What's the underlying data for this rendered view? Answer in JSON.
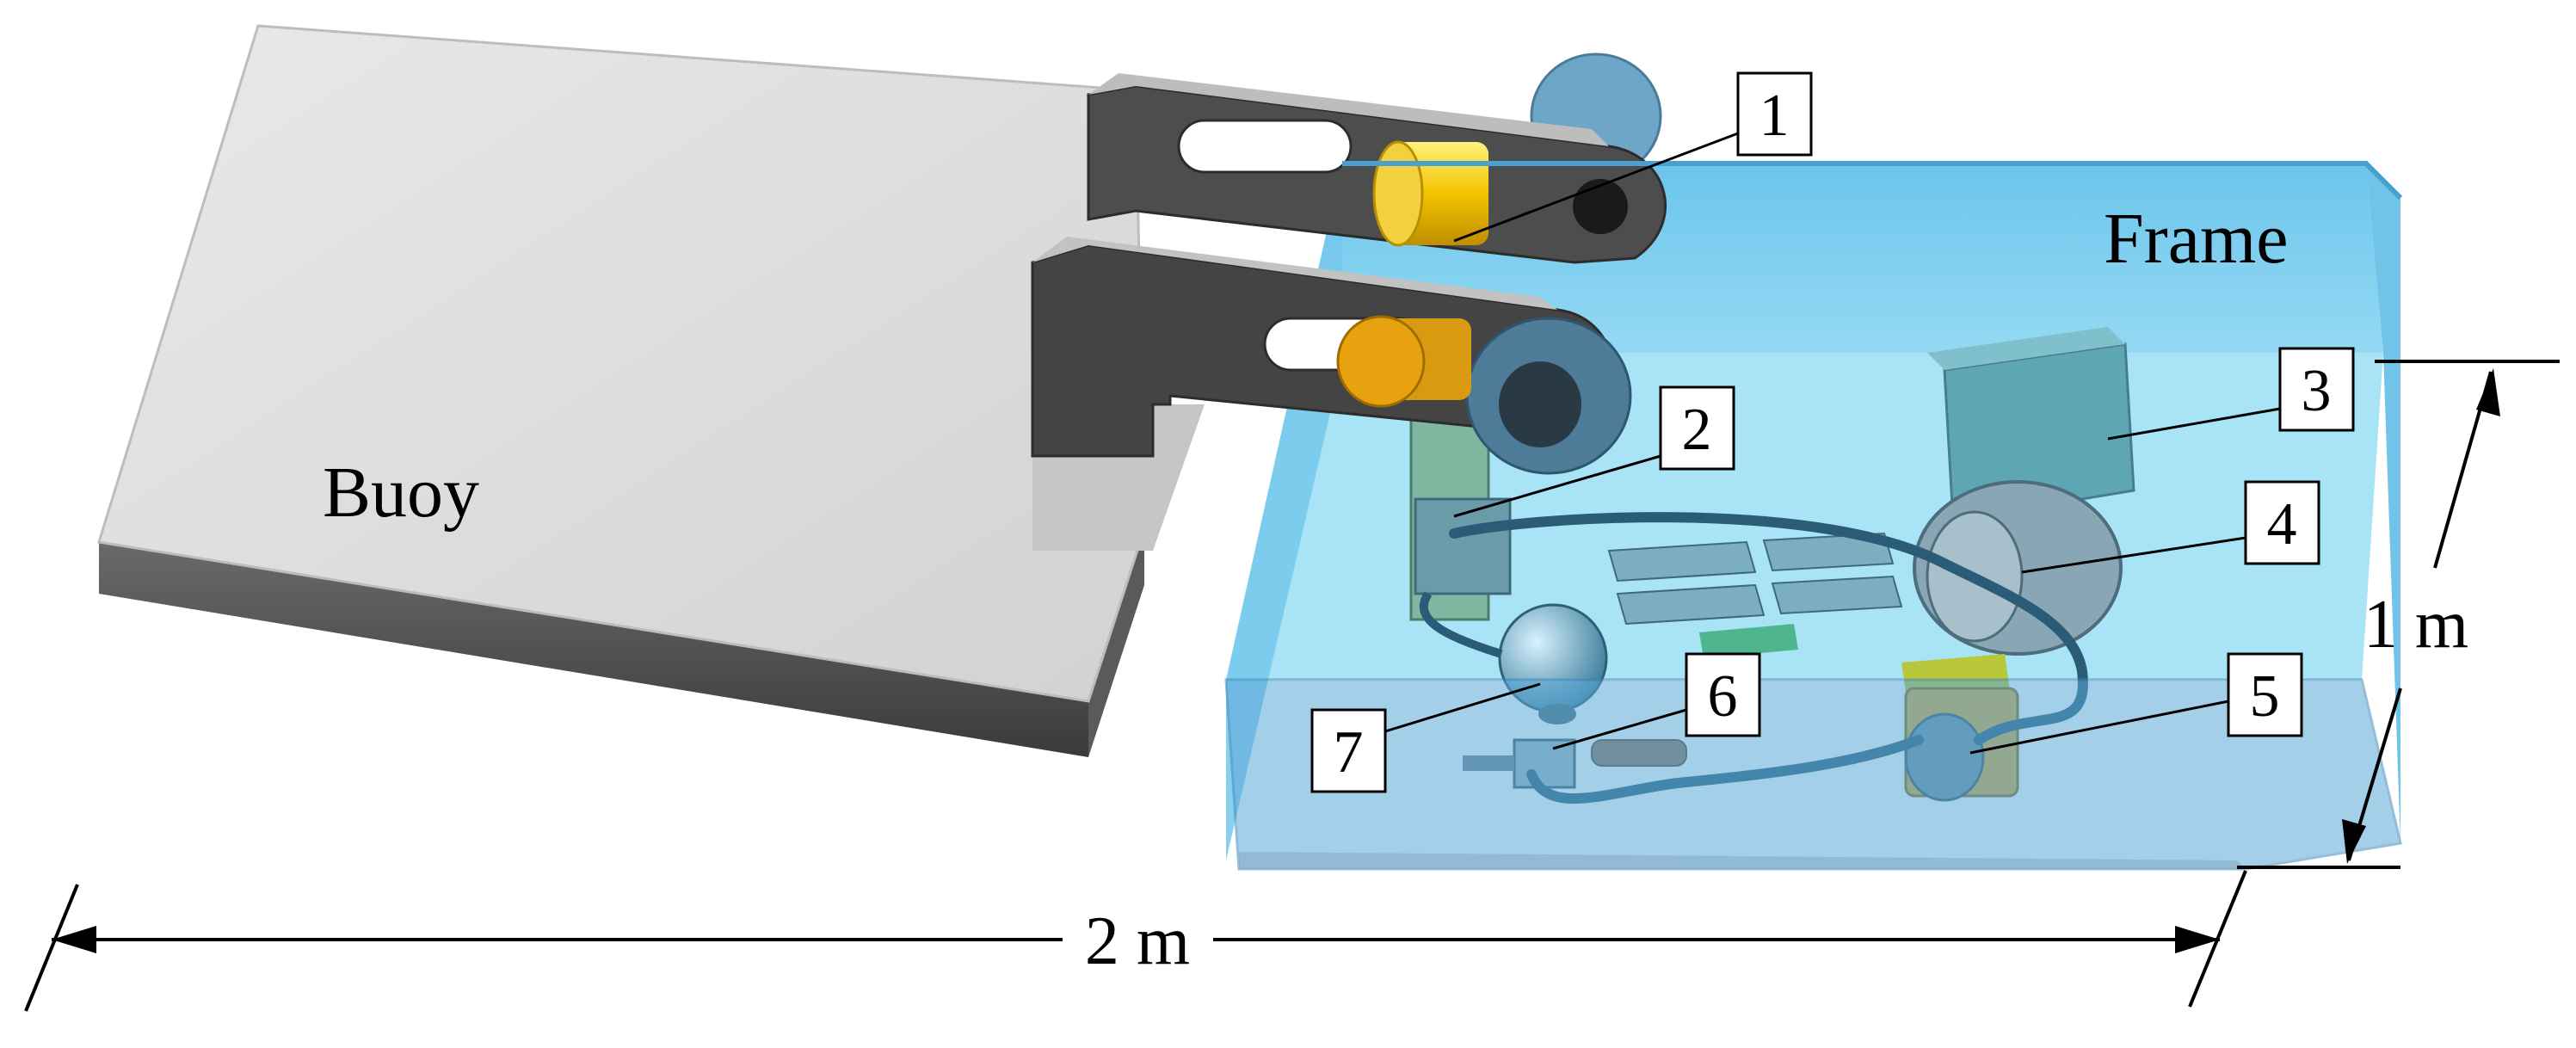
{
  "labels": {
    "buoy": "Buoy",
    "frame": "Frame",
    "width_dim": "2 m",
    "height_dim": "1 m"
  },
  "callouts": [
    "1",
    "2",
    "3",
    "4",
    "5",
    "6",
    "7"
  ],
  "colors": {
    "buoy": "#d9d9d9",
    "frame": "#7ec8ee",
    "arm": "#4d4d4d",
    "pin": "#f2c400",
    "hose": "#2a5c78"
  }
}
